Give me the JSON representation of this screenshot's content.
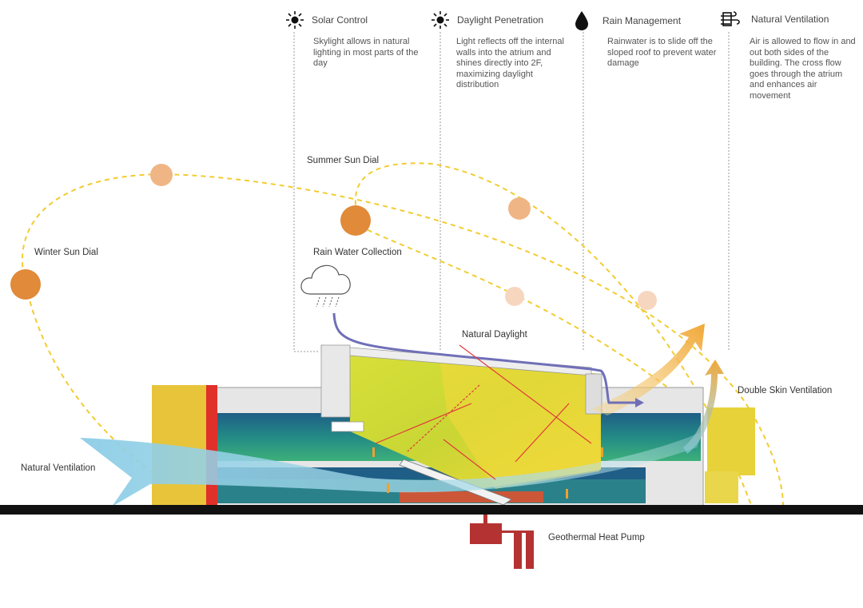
{
  "legend": [
    {
      "icon": "sun-icon",
      "title": "Solar Control",
      "desc": "Skylight allows in natural lighting in most parts of the day"
    },
    {
      "icon": "sun-icon",
      "title": "Daylight Penetration",
      "desc": "Light reflects off the internal walls into the atrium and  shines directly into 2F, maximizing daylight distribution"
    },
    {
      "icon": "raindrop-icon",
      "title": "Rain Management",
      "desc": "Rainwater is to slide off the sloped roof to prevent water damage"
    },
    {
      "icon": "wind-icon",
      "title": "Natural Ventilation",
      "desc": "Air is allowed to flow in and out both sides of the building. The cross flow goes through the atrium and enhances air movement"
    }
  ],
  "labels": {
    "summer_sun_dial": "Summer Sun Dial",
    "winter_sun_dial": "Winter Sun Dial",
    "rain_water_collection": "Rain Water Collection",
    "natural_daylight": "Natural Daylight",
    "double_skin_ventilation": "Double Skin Ventilation",
    "natural_ventilation": "Natural Ventilation",
    "geothermal_heat_pump": "Geothermal Heat Pump"
  },
  "colors": {
    "sun_path": "#f2cc30",
    "sun_dark": "#e08a3a",
    "sun_mid": "#f0b584",
    "sun_light": "#f7d6c0",
    "rain_line": "#6f6fb8",
    "ventilation_arrow": "#8ccde6",
    "exhaust_arrow": "#f0a838",
    "daylight_arrow": "#e03b3b",
    "heat_pump": "#b53232",
    "ground": "#111111"
  }
}
